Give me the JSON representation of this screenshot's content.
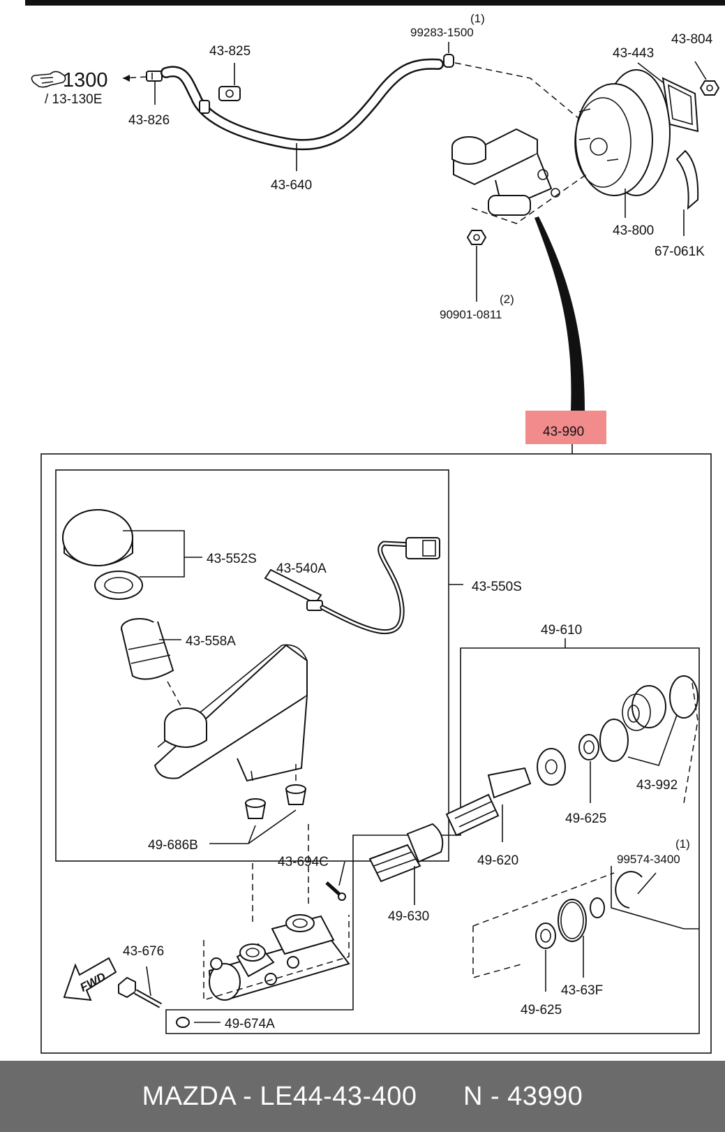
{
  "labels": {
    "ref_1300": "1300",
    "ref_13130e": "/ 13-130E",
    "p43825": "43-825",
    "p43826": "43-826",
    "p43640": "43-640",
    "p99283_qty": "(1)",
    "p99283": "99283-1500",
    "p43443": "43-443",
    "p43804": "43-804",
    "p43800": "43-800",
    "p67061k": "67-061K",
    "p90901_qty": "(2)",
    "p90901": "90901-0811",
    "p43990": "43-990",
    "p43552s": "43-552S",
    "p43540a": "43-540A",
    "p43550s": "43-550S",
    "p43558a": "43-558A",
    "p49610": "49-610",
    "p43992": "43-992",
    "p49625a": "49-625",
    "p49620": "49-620",
    "p49686b": "49-686B",
    "p43694c": "43-694C",
    "p99574_qty": "(1)",
    "p99574": "99574-3400",
    "p49630": "49-630",
    "p43676": "43-676",
    "p43_63f": "43-63F",
    "p49625b": "49-625",
    "p49674a": "49-674A",
    "fwd": "FWD"
  },
  "highlight_color": "#f28b8b",
  "footer": {
    "left": "MAZDA - LE44-43-400",
    "right": "N - 43990"
  }
}
